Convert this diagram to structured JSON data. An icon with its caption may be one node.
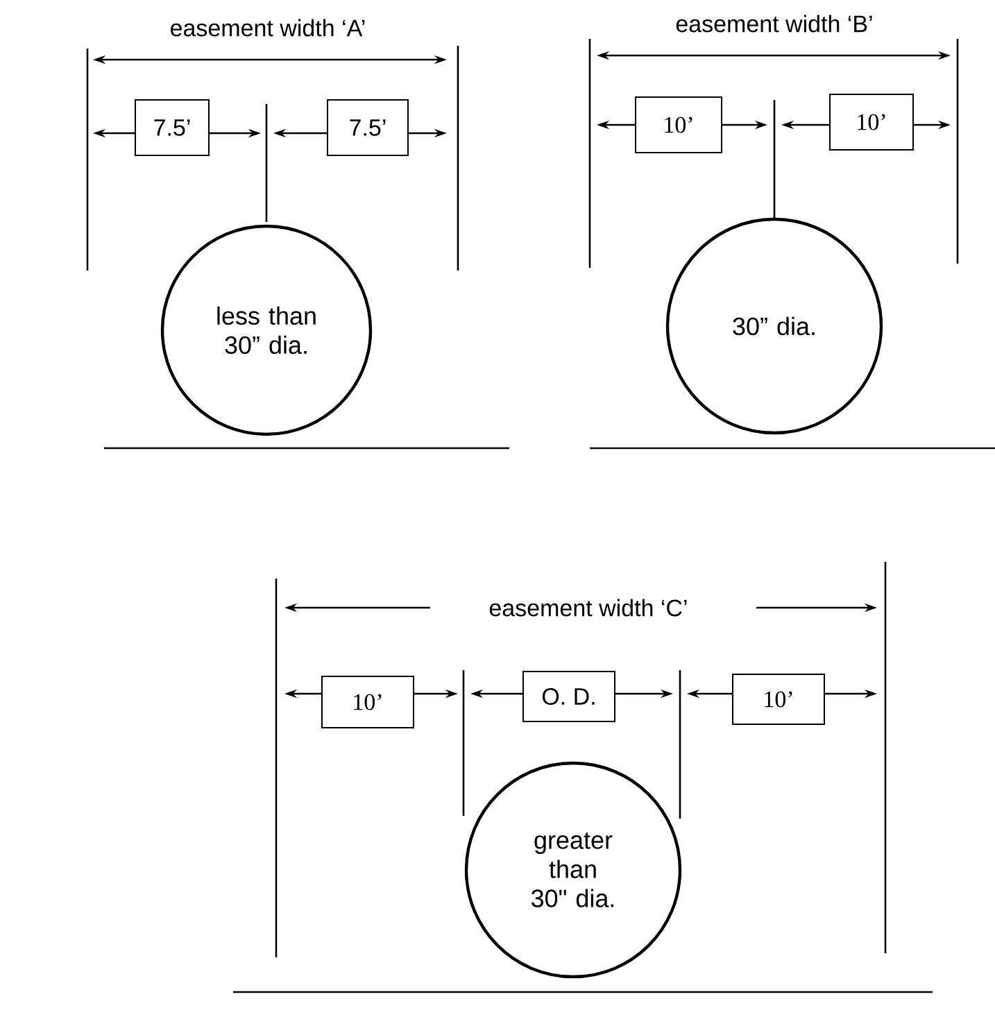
{
  "diagram": {
    "nodes": [
      {
        "text": [
          "less than 30” dia."
        ]
      },
      {
        "text": [
          "30” dia."
        ]
      },
      {
        "text": [
          "greater than 30\" dia."
        ]
      },
      {
        "text": [
          "7.5’"
        ]
      },
      {
        "text": [
          "7.5’"
        ]
      },
      {
        "text": [
          "10’"
        ]
      },
      {
        "text": [
          "10’"
        ]
      },
      {
        "text": [
          "10’"
        ]
      },
      {
        "text": [
          "O. D."
        ]
      },
      {
        "text": [
          "10’"
        ]
      }
    ],
    "labels": [
      "easement width ‘A’",
      "easement width ‘B’",
      "easement width ‘C’"
    ]
  }
}
